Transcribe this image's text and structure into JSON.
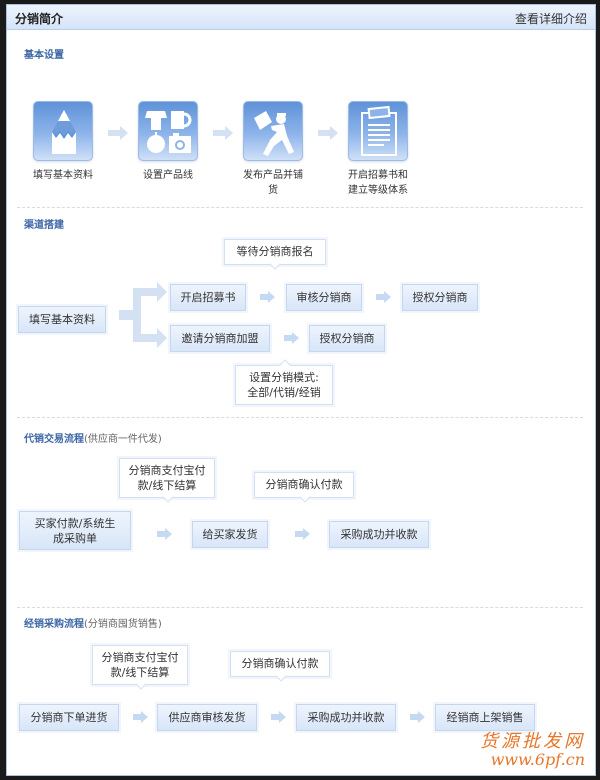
{
  "header": {
    "title": "分销简介",
    "detail_link": "查看详细介绍"
  },
  "sections": {
    "basic": {
      "title": "基本设置",
      "steps": [
        {
          "label": "填写基本资料",
          "icon": "pencil-icon"
        },
        {
          "label": "设置产品线",
          "icon": "products-icon"
        },
        {
          "label": "发布产品并铺货",
          "label_line1": "发布产品并铺",
          "label_line2": "货",
          "icon": "delivery-person-icon"
        },
        {
          "label": "开启招募书和建立等级体系",
          "label_line1": "开启招募书和",
          "label_line2": "建立等级体系",
          "icon": "clipboard-icon"
        }
      ]
    },
    "channel": {
      "title": "渠道搭建",
      "start": "填写基本资料",
      "branch_top": [
        "开启招募书",
        "审核分销商",
        "授权分销商"
      ],
      "branch_bottom": [
        "邀请分销商加盟",
        "授权分销商"
      ],
      "callout_top": "等待分销商报名",
      "callout_bottom_line1": "设置分销模式:",
      "callout_bottom_line2": "全部/代销/经销"
    },
    "consign": {
      "title": "代销交易流程",
      "subtitle": "(供应商一件代发)",
      "steps": [
        {
          "line1": "买家付款/系统生",
          "line2": "成采购单"
        },
        {
          "label": "给买家发货"
        },
        {
          "label": "采购成功并收款"
        }
      ],
      "callout_1_line1": "分销商支付宝付",
      "callout_1_line2": "款/线下结算",
      "callout_2": "分销商确认付款"
    },
    "wholesale": {
      "title": "经销采购流程",
      "subtitle": "(分销商囤货销售)",
      "steps": [
        "分销商下单进货",
        "供应商审核发货",
        "采购成功并收款",
        "经销商上架销售"
      ],
      "callout_1_line1": "分销商支付宝付",
      "callout_1_line2": "款/线下结算",
      "callout_2": "分销商确认付款"
    }
  },
  "watermark": {
    "line1": "货源批发网",
    "line2": "www.6pf.cn"
  },
  "colors": {
    "accent": "#3d67a6",
    "box_fill": "#dbe8f8",
    "arrow": "#c5d9f3",
    "watermark": "#e8762a"
  }
}
